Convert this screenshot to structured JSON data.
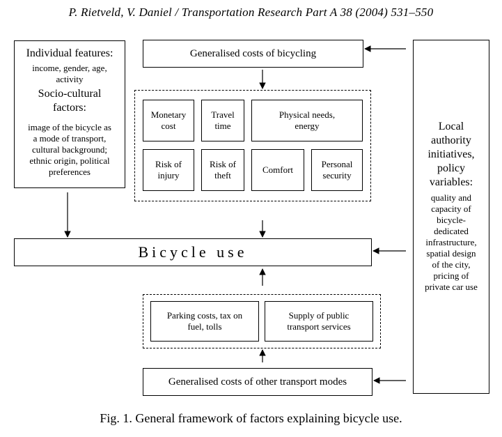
{
  "header": "P. Rietveld, V. Daniel / Transportation Research Part A 38 (2004) 531–550",
  "caption": "Fig. 1. General framework of factors explaining bicycle use.",
  "individual": {
    "title": "Individual features:",
    "features": [
      "income, gender, age,",
      "activity"
    ],
    "socio_title": [
      "Socio-cultural",
      "factors:"
    ],
    "socio": [
      "image of the bicycle as",
      "a mode of transport,",
      "cultural background;",
      "ethnic origin, political",
      "preferences"
    ]
  },
  "generalised_bicycling": "Generalised costs of bicycling",
  "cost_factors": {
    "monetary": [
      "Monetary",
      "cost"
    ],
    "travel": [
      "Travel",
      "time"
    ],
    "physical": [
      "Physical needs,",
      "energy"
    ],
    "injury": [
      "Risk of",
      "injury"
    ],
    "theft": [
      "Risk of",
      "theft"
    ],
    "comfort": "Comfort",
    "security": [
      "Personal",
      "security"
    ]
  },
  "bicycle_use": "Bicycle use",
  "local": {
    "title": [
      "Local",
      "authority",
      "initiatives,",
      "policy",
      "variables:"
    ],
    "items": [
      "quality and",
      "capacity of",
      "bicycle-",
      "dedicated",
      "infrastructure,",
      "spatial design",
      "of the city,",
      "pricing of",
      "private car use"
    ]
  },
  "other_factors": {
    "parking": [
      "Parking costs, tax on",
      "fuel, tolls"
    ],
    "public": [
      "Supply of public",
      "transport services"
    ]
  },
  "generalised_other": "Generalised costs of other transport modes"
}
